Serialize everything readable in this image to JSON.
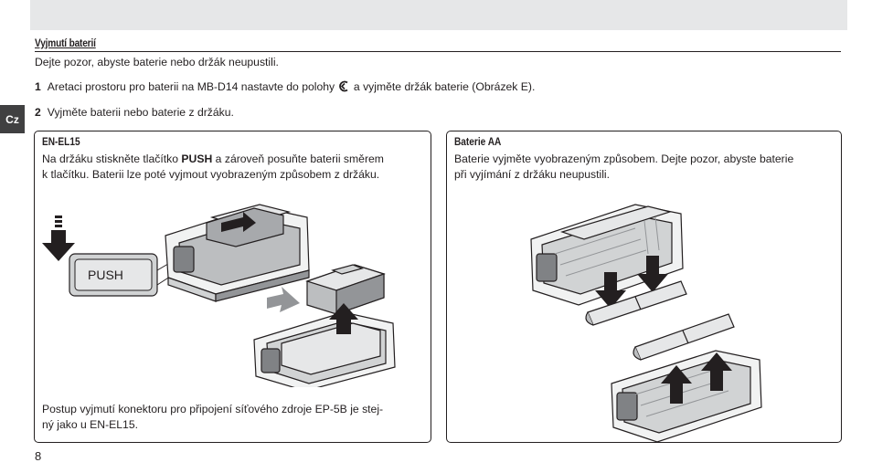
{
  "section": {
    "title": "Vyjmutí baterií",
    "intro": "Dejte pozor, abyste baterie nebo držák neupustili."
  },
  "steps": [
    {
      "num": "1",
      "text_before": "Aretaci prostoru pro baterii na MB-D14 nastavte do polohy",
      "text_after": "a vyjměte držák baterie (Obrázek E).",
      "icon": "unlock-position-icon"
    },
    {
      "num": "2",
      "text": "Vyjměte baterii nebo baterie z držáku."
    }
  ],
  "lang_tab": "Cz",
  "panels": {
    "left": {
      "title": "EN-EL15",
      "lines": [
        {
          "pre": "Na držáku stiskněte tlačítko ",
          "bold": "PUSH",
          "post": " a zároveň posuňte baterii směrem"
        },
        {
          "pre": "k tlačítku. Baterii lze poté vyjmout vyobrazeným způsobem z držáku.",
          "bold": "",
          "post": ""
        }
      ],
      "button_label": "PUSH",
      "footnote": [
        "Postup vyjmutí konektoru pro připojení síťového zdroje EP-5B je stej-",
        "ný jako u EN-EL15."
      ]
    },
    "right": {
      "title": "Baterie AA",
      "lines": [
        "Baterie vyjměte vyobrazeným způsobem. Dejte pozor, abyste baterie",
        "při vyjímání z držáku neupustili."
      ]
    }
  },
  "page_number": "8"
}
